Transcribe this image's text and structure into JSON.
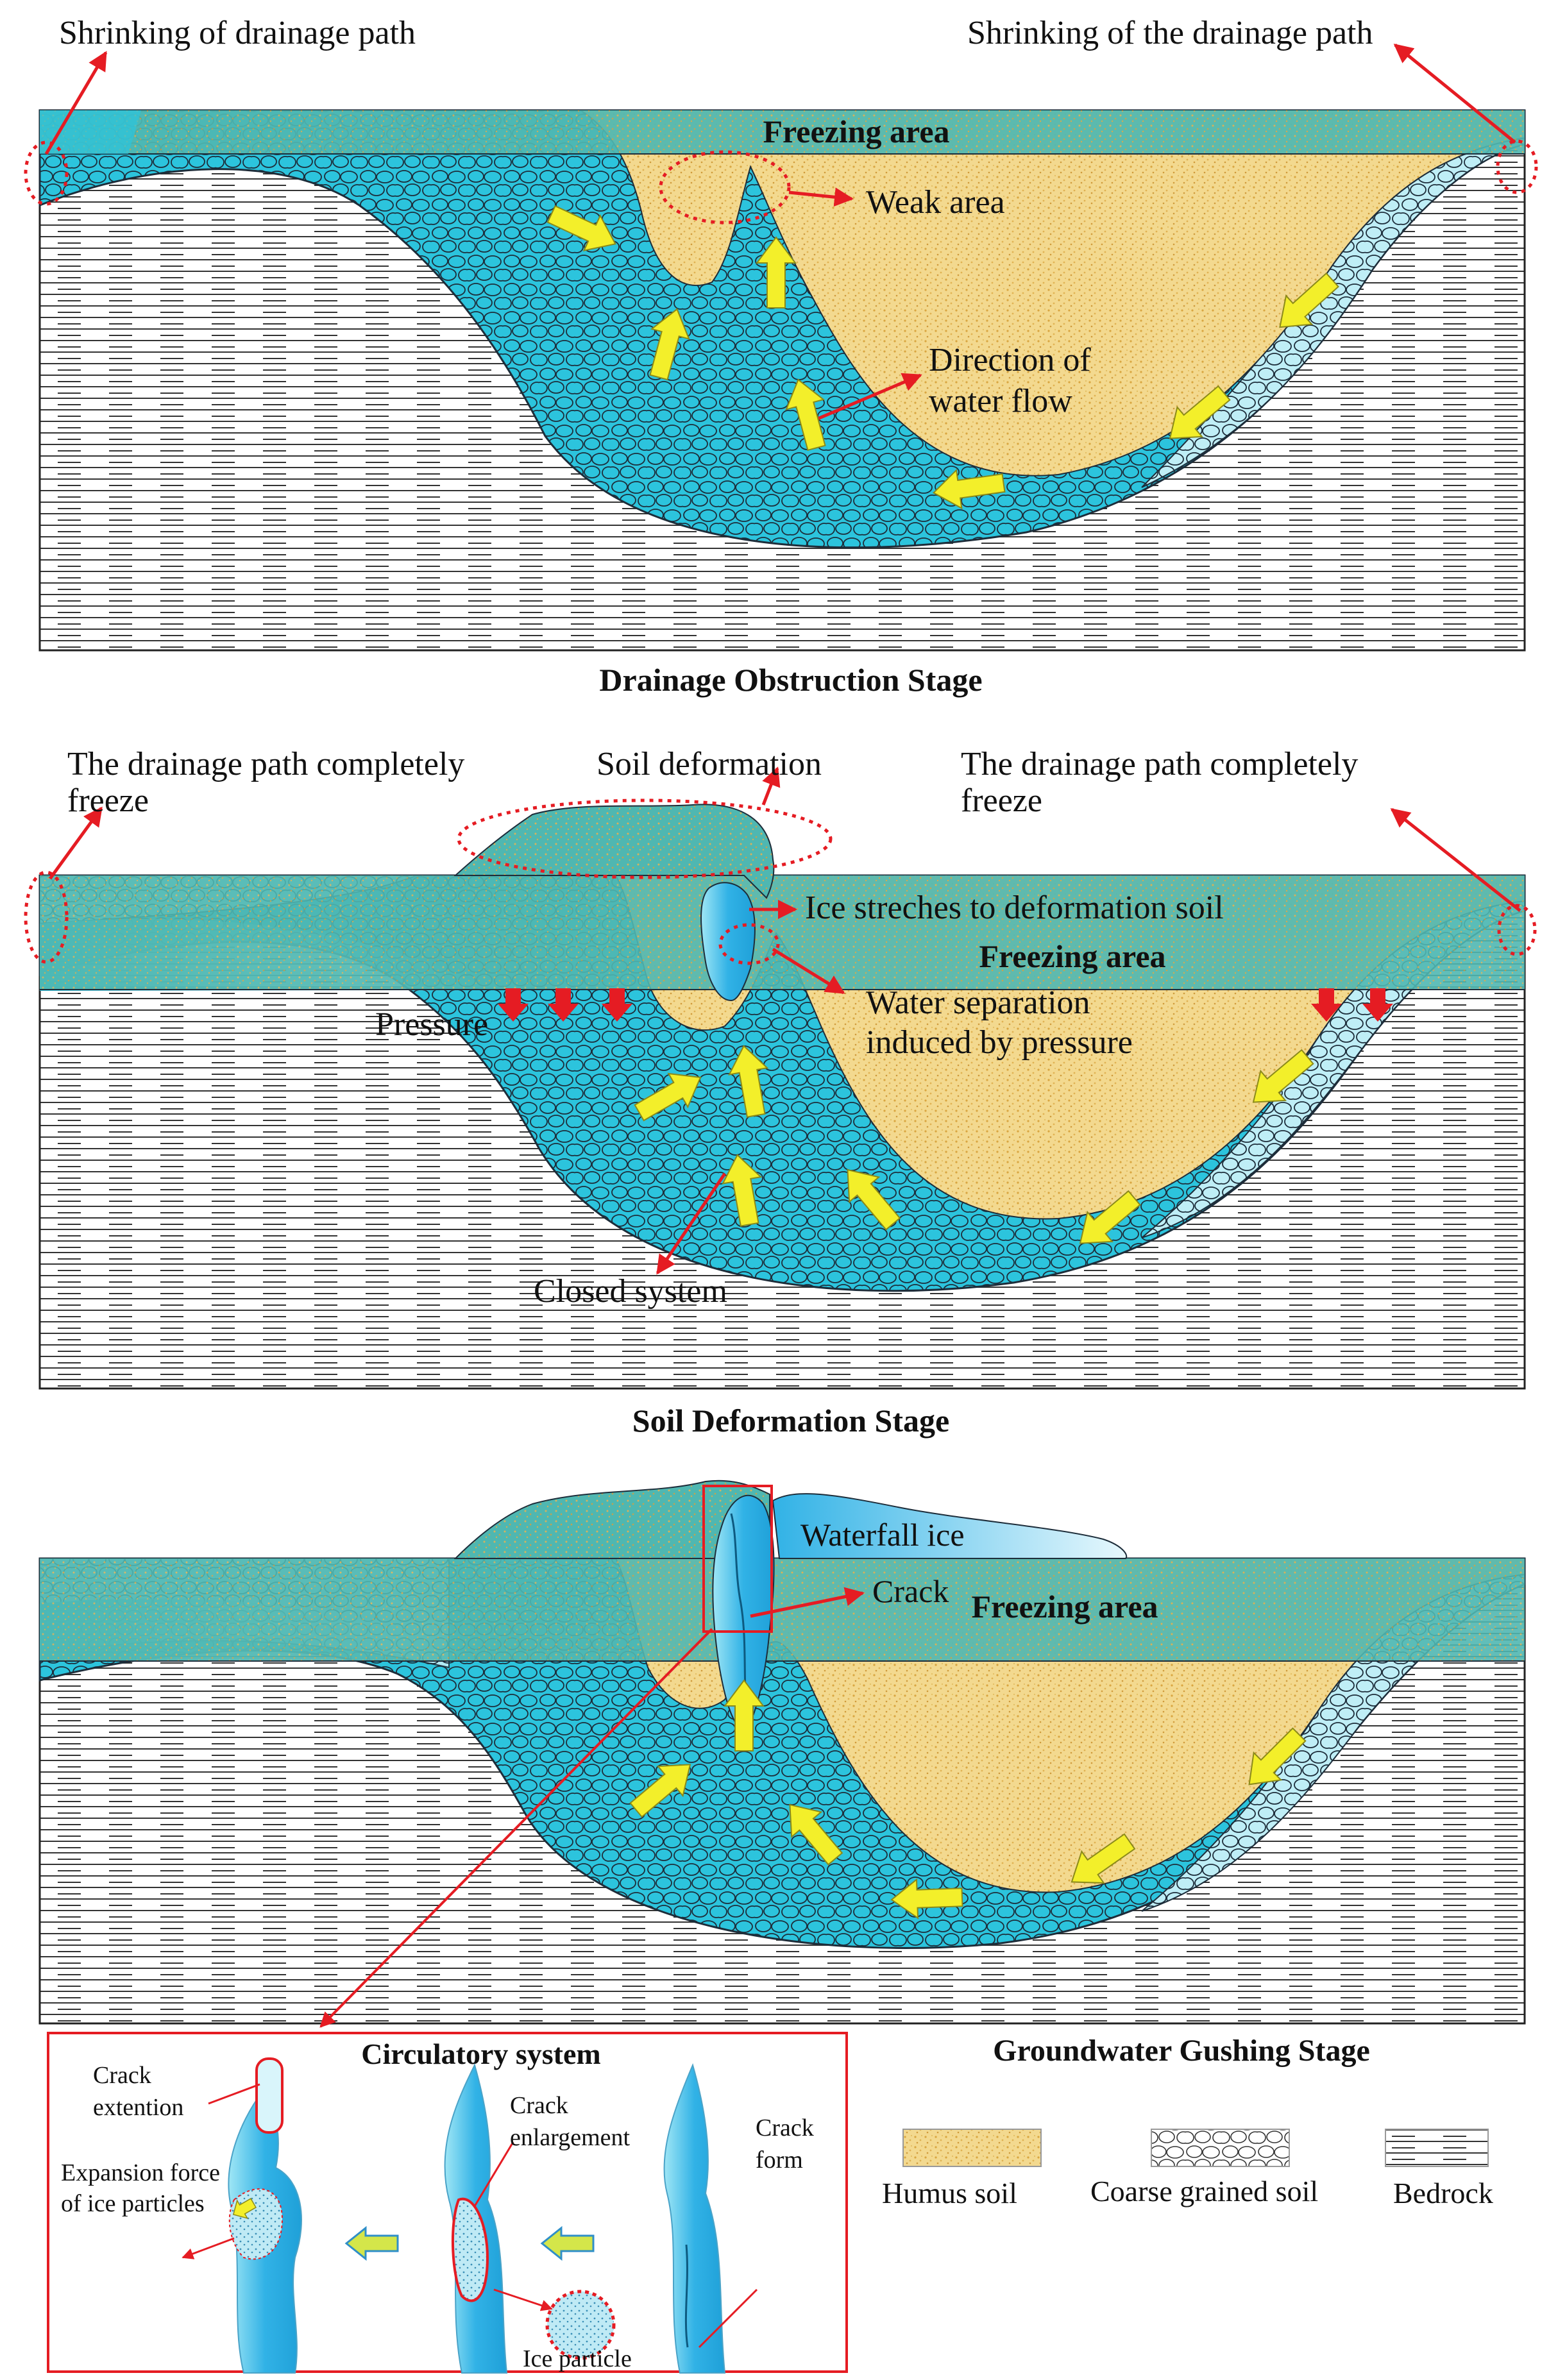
{
  "colors": {
    "humus": "#f3d98f",
    "humus_dot": "#d9a640",
    "water": "#2cc4dd",
    "water_light": "#8fe0ee",
    "freezing": "#4fb7b1",
    "ice": "#31b2e6",
    "arrow_yellow": "#f3ef2a",
    "accent_red": "#e51c23",
    "bedrock_line": "#333333"
  },
  "panel1": {
    "label_left": "Shrinking of  drainage path",
    "label_right": "Shrinking of the drainage path",
    "freezing": "Freezing area",
    "weak": "Weak area",
    "flow_line1": "Direction of",
    "flow_line2": "water flow",
    "caption": "Drainage Obstruction Stage"
  },
  "panel2": {
    "left_line1": "The drainage path completely",
    "left_line2": "freeze",
    "deformation": "Soil deformation",
    "right_line1": "The drainage path completely",
    "right_line2": "freeze",
    "ice_stretch": "Ice streches to deformation soil",
    "freezing": "Freezing area",
    "sep_line1": "Water separation",
    "sep_line2": "induced by pressure",
    "pressure": "Pressure",
    "closed": "Closed system",
    "caption": "Soil Deformation Stage"
  },
  "panel3": {
    "waterfall": "Waterfall ice",
    "crack": "Crack",
    "freezing": "Freezing area",
    "caption": "Groundwater Gushing Stage"
  },
  "inset": {
    "title": "Circulatory system",
    "ext_line1": "Crack",
    "ext_line2": "extention",
    "exp_line1": "Expansion force",
    "exp_line2": "of ice particles",
    "enl_line1": "Crack",
    "enl_line2": "enlargement",
    "form_line1": "Crack",
    "form_line2": "form",
    "ice_particle": "Ice particle"
  },
  "legend": {
    "humus": "Humus soil",
    "coarse": "Coarse grained soil",
    "bedrock": "Bedrock"
  }
}
